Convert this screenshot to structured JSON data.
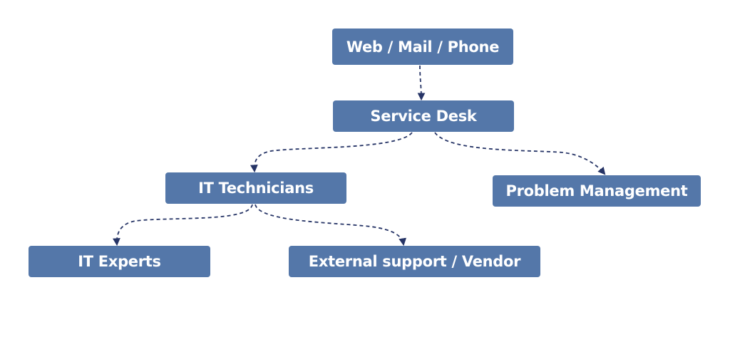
{
  "diagram": {
    "nodes": {
      "web_mail_phone": "Web / Mail / Phone",
      "service_desk": "Service Desk",
      "it_technicians": "IT Technicians",
      "problem_management": "Problem Management",
      "it_experts": "IT Experts",
      "external_support": "External support / Vendor"
    },
    "edges": [
      {
        "from": "web_mail_phone",
        "to": "service_desk"
      },
      {
        "from": "service_desk",
        "to": "it_technicians"
      },
      {
        "from": "service_desk",
        "to": "problem_management"
      },
      {
        "from": "it_technicians",
        "to": "it_experts"
      },
      {
        "from": "it_technicians",
        "to": "external_support"
      }
    ],
    "colors": {
      "node_fill": "#5477a9",
      "node_text": "#ffffff",
      "edge": "#263466"
    }
  }
}
